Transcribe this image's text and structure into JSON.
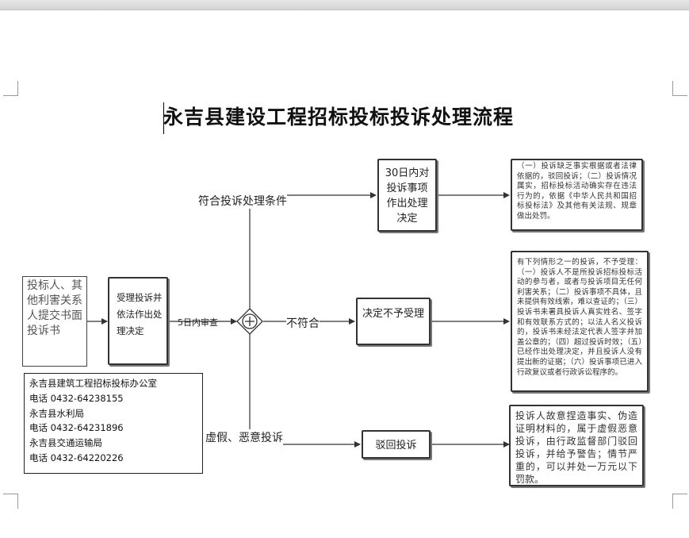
{
  "document": {
    "title": "永吉县建设工程招标投标投诉处理流程"
  },
  "flow": {
    "start_box": "投标人、其他利害关系人提交书面投诉书",
    "accept_box": "受理投诉并依法作出处理决定",
    "review_label": "5日内审查",
    "branch_eligible_label": "符合投诉处理条件",
    "branch_reject_label": "不符合",
    "branch_false_label": "虚假、恶意投诉",
    "decision_box_eligible": "30日内对投诉事项作出处理决定",
    "decision_box_reject": "决定不予受理",
    "decision_box_false": "驳回投诉",
    "outcome_eligible": "（一）投诉缺乏事实根据或者法律依据的，驳回投诉；（二）投诉情况属实，招标投标活动确实存在违法行为的，依据《中华人民共和国招标投标法》及其他有关法规、规章做出处罚。",
    "outcome_reject": "有下列情形之一的投诉，不予受理：（一）投诉人不是所投诉招标投标活动的参与者，或者与投诉项目无任何利害关系；（二）投诉事项不具体，且未提供有效线索，难以查证的；（三）投诉书未署具投诉人真实姓名、签字和有效联系方式的；以法人名义投诉的，投诉书未经法定代表人签字并加盖公章的；（四）超过投诉时效；（五）已经作出处理决定，并且投诉人没有提出新的证据；（六）投诉事项已进入行政复议或者行政诉讼程序的。",
    "outcome_false": "投诉人故意捏造事实、伪造证明材料的，属于虚假恶意投诉，由行政监督部门驳回投诉，并给予警告；情节严重的，可以并处一万元以下罚款。"
  },
  "contacts": [
    {
      "org": "永吉县建筑工程招标投标办公室",
      "phone": "电话 0432-64238155"
    },
    {
      "org": "永吉县水利局",
      "phone": "电话 0432-64231896"
    },
    {
      "org": "永吉县交通运输局",
      "phone": "电话 0432-64220226"
    }
  ]
}
